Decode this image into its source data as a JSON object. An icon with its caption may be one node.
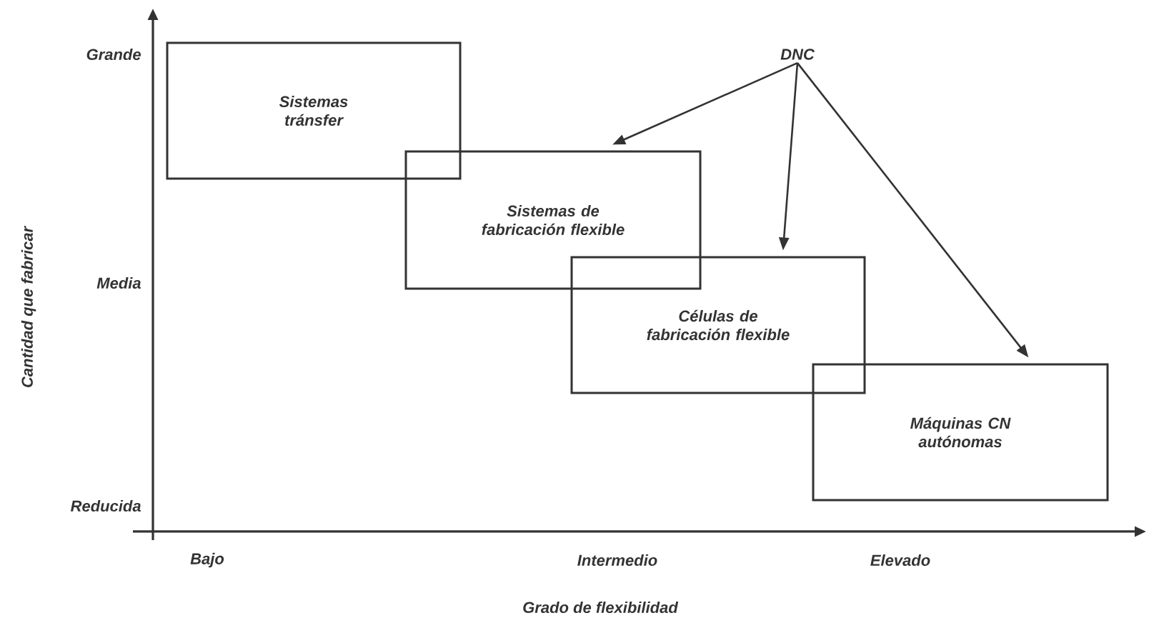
{
  "diagram": {
    "nodes": [
      {
        "text": [
          "Sistemas tránsfer"
        ]
      },
      {
        "text": [
          "Sistemas de fabricación flexible"
        ]
      },
      {
        "text": [
          "Células de fabricación flexible"
        ]
      },
      {
        "text": [
          "Máquinas CN autónomas"
        ]
      },
      {
        "text": [
          "DNC"
        ]
      }
    ],
    "edges": [
      {
        "from": 4,
        "to": 1,
        "arrow": "to"
      },
      {
        "from": 4,
        "to": 2,
        "arrow": "to"
      },
      {
        "from": 4,
        "to": 3,
        "arrow": "to"
      }
    ],
    "labels": [
      "Grande",
      "Media",
      "Reducida",
      "Cantidad que fabricar",
      "Bajo",
      "Intermedio",
      "Elevado",
      "Grado de flexibilidad"
    ]
  }
}
